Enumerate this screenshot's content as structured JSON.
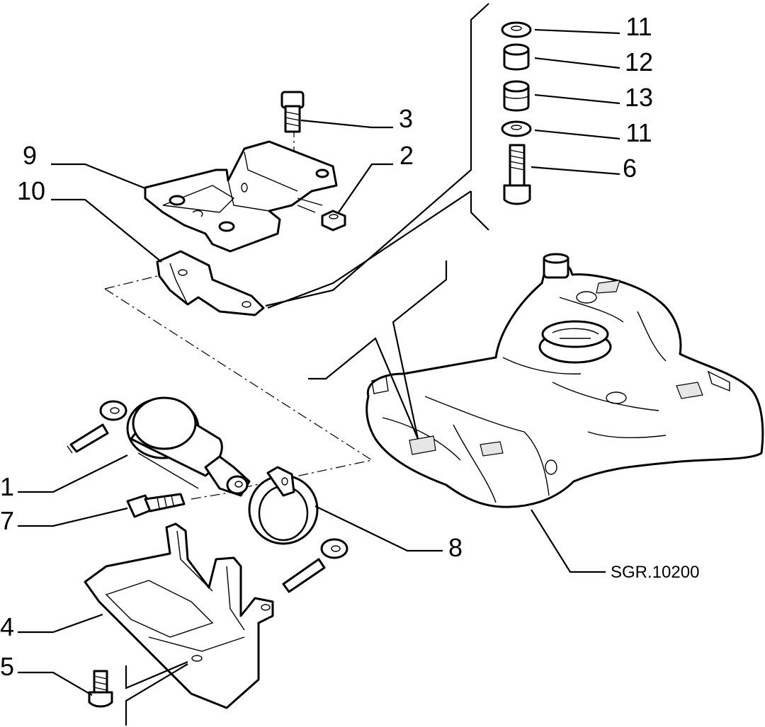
{
  "diagram": {
    "reference_code": "SGR.10200",
    "callouts": [
      {
        "id": "1",
        "text": "1"
      },
      {
        "id": "2",
        "text": "2"
      },
      {
        "id": "3",
        "text": "3"
      },
      {
        "id": "4",
        "text": "4"
      },
      {
        "id": "5",
        "text": "5"
      },
      {
        "id": "6",
        "text": "6"
      },
      {
        "id": "7",
        "text": "7"
      },
      {
        "id": "8",
        "text": "8"
      },
      {
        "id": "9",
        "text": "9"
      },
      {
        "id": "10",
        "text": "10"
      },
      {
        "id": "11a",
        "text": "11"
      },
      {
        "id": "12",
        "text": "12"
      },
      {
        "id": "13",
        "text": "13"
      },
      {
        "id": "11b",
        "text": "11"
      }
    ]
  }
}
